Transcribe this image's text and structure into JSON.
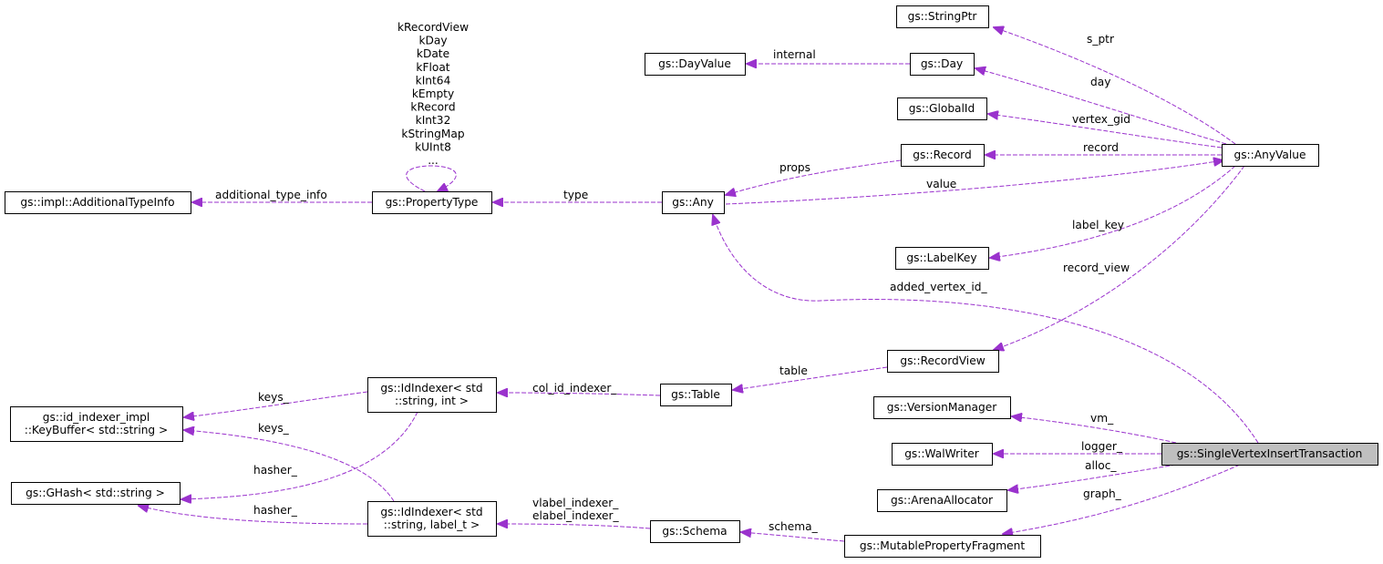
{
  "diagram": {
    "nodes": [
      {
        "id": "stringptr",
        "label": "gs::StringPtr"
      },
      {
        "id": "dayvalue",
        "label": "gs::DayValue"
      },
      {
        "id": "day",
        "label": "gs::Day"
      },
      {
        "id": "globalid",
        "label": "gs::GlobalId"
      },
      {
        "id": "record",
        "label": "gs::Record"
      },
      {
        "id": "anyvalue",
        "label": "gs::AnyValue"
      },
      {
        "id": "additionaltypeinfo",
        "label": "gs::impl::AdditionalTypeInfo"
      },
      {
        "id": "propertytype",
        "label": "gs::PropertyType"
      },
      {
        "id": "any",
        "label": "gs::Any"
      },
      {
        "id": "labelkey",
        "label": "gs::LabelKey"
      },
      {
        "id": "recordview",
        "label": "gs::RecordView"
      },
      {
        "id": "keybuffer",
        "lines": [
          "gs::id_indexer_impl",
          "::KeyBuffer< std::string >"
        ]
      },
      {
        "id": "idindexer_int",
        "lines": [
          "gs::IdIndexer< std",
          "::string, int >"
        ]
      },
      {
        "id": "table",
        "label": "gs::Table"
      },
      {
        "id": "versionmanager",
        "label": "gs::VersionManager"
      },
      {
        "id": "walwriter",
        "label": "gs::WalWriter"
      },
      {
        "id": "svit",
        "label": "gs::SingleVertexInsertTransaction"
      },
      {
        "id": "ghash",
        "label": "gs::GHash< std::string >"
      },
      {
        "id": "arenaallocator",
        "label": "gs::ArenaAllocator"
      },
      {
        "id": "idindexer_label",
        "lines": [
          "gs::IdIndexer< std",
          "::string, label_t >"
        ]
      },
      {
        "id": "schema",
        "label": "gs::Schema"
      },
      {
        "id": "mpf",
        "label": "gs::MutablePropertyFragment"
      }
    ],
    "enum_values": [
      "kRecordView",
      "kDay",
      "kDate",
      "kFloat",
      "kInt64",
      "kEmpty",
      "kRecord",
      "kInt32",
      "kStringMap",
      "kUInt8",
      "..."
    ],
    "edges": [
      {
        "id": "s_ptr",
        "from": "anyvalue",
        "to": "stringptr",
        "label": "s_ptr"
      },
      {
        "id": "internal",
        "from": "day",
        "to": "dayvalue",
        "label": "internal"
      },
      {
        "id": "day",
        "from": "anyvalue",
        "to": "day",
        "label": "day"
      },
      {
        "id": "vertex_gid",
        "from": "anyvalue",
        "to": "globalid",
        "label": "vertex_gid"
      },
      {
        "id": "record",
        "from": "anyvalue",
        "to": "record",
        "label": "record"
      },
      {
        "id": "props",
        "from": "record",
        "to": "any",
        "label": "props"
      },
      {
        "id": "additional_type_info",
        "from": "propertytype",
        "to": "additionaltypeinfo",
        "label": "additional_type_info"
      },
      {
        "id": "type",
        "from": "any",
        "to": "propertytype",
        "label": "type"
      },
      {
        "id": "value",
        "from": "any",
        "to": "anyvalue",
        "label": "value"
      },
      {
        "id": "label_key",
        "from": "anyvalue",
        "to": "labelkey",
        "label": "label_key"
      },
      {
        "id": "record_view",
        "from": "anyvalue",
        "to": "recordview",
        "label": "record_view"
      },
      {
        "id": "added_vertex_id_",
        "from": "svit",
        "to": "any",
        "label": "added_vertex_id_"
      },
      {
        "id": "table",
        "from": "recordview",
        "to": "table",
        "label": "table"
      },
      {
        "id": "col_id_indexer",
        "from": "table",
        "to": "idindexer_int",
        "label": "col_id_indexer_"
      },
      {
        "id": "keys_1",
        "from": "idindexer_int",
        "to": "keybuffer",
        "label": "keys_"
      },
      {
        "id": "keys_2",
        "from": "idindexer_label",
        "to": "keybuffer",
        "label": "keys_"
      },
      {
        "id": "hasher_1",
        "from": "idindexer_int",
        "to": "ghash",
        "label": "hasher_"
      },
      {
        "id": "hasher_2",
        "from": "idindexer_label",
        "to": "ghash",
        "label": "hasher_"
      },
      {
        "id": "vm_",
        "from": "svit",
        "to": "versionmanager",
        "label": "vm_"
      },
      {
        "id": "logger_",
        "from": "svit",
        "to": "walwriter",
        "label": "logger_"
      },
      {
        "id": "alloc_",
        "from": "svit",
        "to": "arenaallocator",
        "label": "alloc_"
      },
      {
        "id": "graph_",
        "from": "svit",
        "to": "mpf",
        "label": "graph_"
      },
      {
        "id": "schema_",
        "from": "mpf",
        "to": "schema",
        "label": "schema_"
      },
      {
        "id": "indexers",
        "from": "schema",
        "to": "idindexer_label",
        "lines": [
          "vlabel_indexer_",
          "elabel_indexer_"
        ]
      },
      {
        "id": "enum_self",
        "from": "propertytype",
        "to": "propertytype",
        "label": ""
      }
    ]
  },
  "colors": {
    "edge": "#9a32cd",
    "focus_fill": "#bfbfbf",
    "node_fill": "#ffffff",
    "node_stroke": "#000000"
  }
}
